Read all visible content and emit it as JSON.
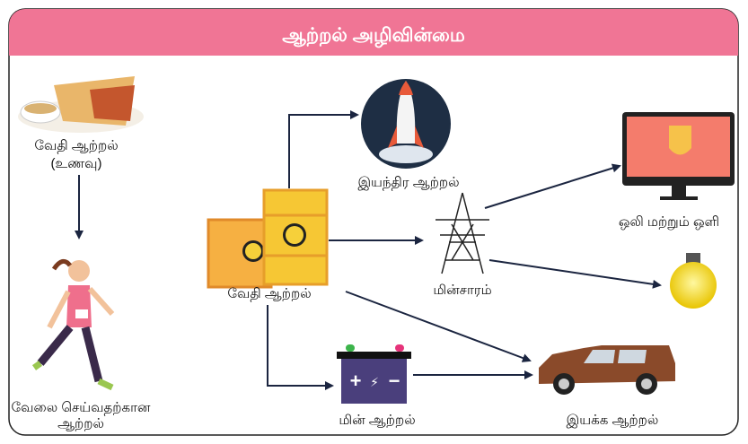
{
  "title": "ஆற்றல் அழிவின்மை",
  "colors": {
    "header": "#F07595",
    "arrow": "#1B2540",
    "border": "#222222"
  },
  "nodes": {
    "food": {
      "line1": "வேதி ஆற்றல்",
      "line2": "(உணவு)"
    },
    "work": {
      "line1": "வேலை செய்வதற்கான",
      "line2": "ஆற்றல்"
    },
    "fuel": {
      "label": "வேதி ஆற்றல்"
    },
    "mechanical": {
      "label": "இயந்திர ஆற்றல்"
    },
    "electricity": {
      "label": "மின்சாரம்"
    },
    "sound_light": {
      "label": "ஒலி மற்றும் ஒளி"
    },
    "electrical": {
      "label": "மின் ஆற்றல்"
    },
    "kinetic": {
      "label": "இயக்க ஆற்றல்"
    }
  },
  "battery": {
    "plus": "+",
    "minus": "−",
    "bolt": "⚡"
  }
}
